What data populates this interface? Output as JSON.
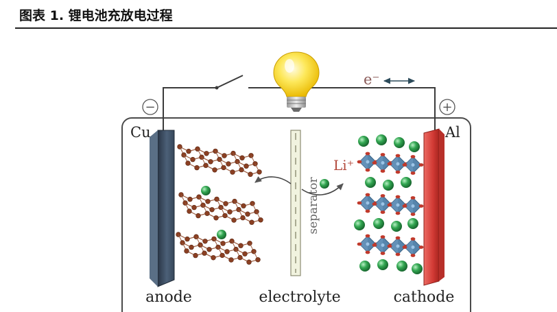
{
  "figure": {
    "title": "图表 1.  锂电池充放电过程",
    "labels": {
      "electron": "e⁻",
      "minus": "−",
      "plus": "+",
      "copper": "Cu",
      "aluminum": "Al",
      "lithium_ion": "Li⁺",
      "separator": "separator",
      "anode": "anode",
      "electrolyte": "electrolyte",
      "cathode": "cathode"
    },
    "colors": {
      "anode_plate": "#3f5268",
      "cathode_plate": "#d23a35",
      "lithium_ion": "#2e9a48",
      "graphite_atom": "#8a3f22",
      "cathode_octahedra": "#4d7fa8",
      "oxygen": "#c0392b",
      "electrolyte_bg": "#f4f4f4"
    }
  }
}
